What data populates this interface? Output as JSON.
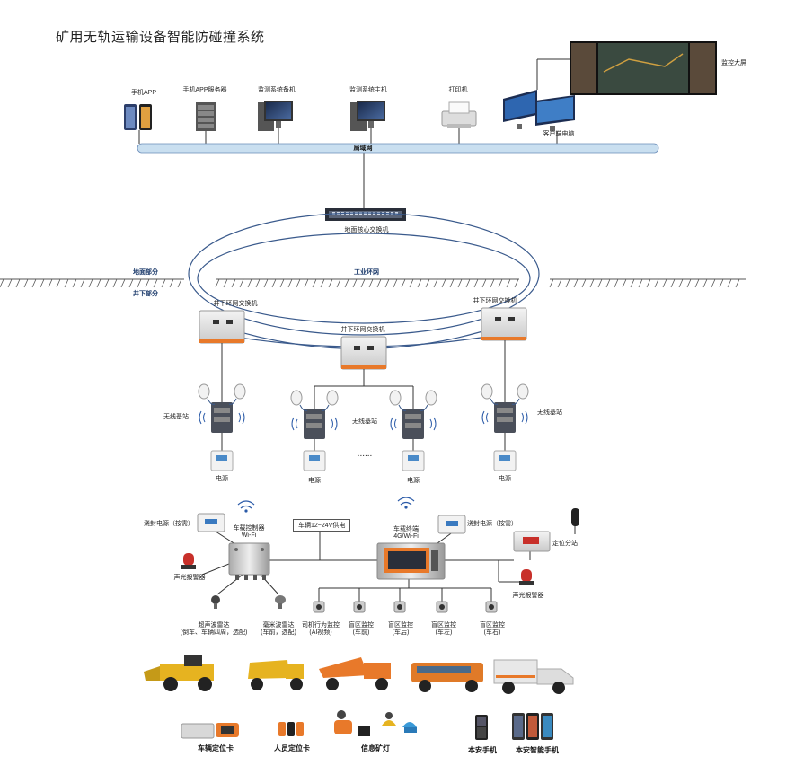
{
  "title": "矿用无轨运输设备智能防碰撞系统",
  "top": {
    "devices": {
      "phone_app": "手机APP",
      "app_server": "手机APP服务器",
      "monitor_backup": "监测系统备机",
      "monitor_host": "监测系统主机",
      "printer": "打印机",
      "client_pc": "客户端电脑",
      "big_screen": "监控大屏"
    },
    "lan": "局域网",
    "core_switch": "地面核心交换机"
  },
  "ground": {
    "surface": "地面部分",
    "underground": "井下部分",
    "ring": "工业环网"
  },
  "underground": {
    "switch_label": "井下环网交换机",
    "base_station": "无线基站",
    "power": "电源",
    "ellipsis": "......"
  },
  "vehicle": {
    "power_supply": "车辆12~24V供电",
    "controller": "车载控制器\nWi-Fi",
    "terminal": "车载终端\n4G/Wi-Fi",
    "power_backup_left": "浇封电源（按需）",
    "power_backup_right": "浇封电源（按需）",
    "alarm_left": "声光报警器",
    "alarm_right": "声光报警器",
    "positioning_sub": "定位分站",
    "ultrasonic": "超声波雷达\n(倒车、车辆四周，选配)",
    "mmwave": "毫米波雷达\n(车前，选配)",
    "driver_monitor": "司机行为监控\n(AI视频)",
    "blind_front": "盲区监控\n(车前)",
    "blind_rear": "盲区监控\n(车后)",
    "blind_left": "盲区监控\n(车左)",
    "blind_right": "盲区监控\n(车右)"
  },
  "terminals": {
    "vehicle_card": "车辆定位卡",
    "person_card": "人员定位卡",
    "cap_lamp": "信息矿灯",
    "safe_phone": "本安手机",
    "safe_smartphone": "本安智能手机"
  },
  "colors": {
    "lan_bar": "#c9dff0",
    "ring": "#3a5a8c",
    "orange": "#e8792a",
    "yellow": "#e6b320",
    "red": "#c8302a"
  }
}
